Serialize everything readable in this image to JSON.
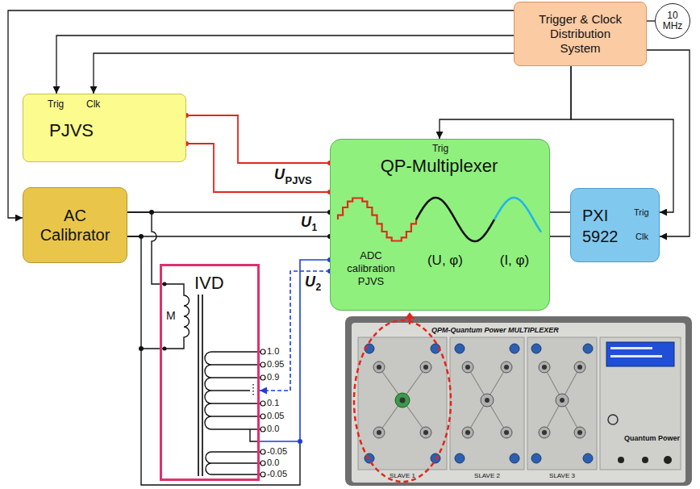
{
  "diagram": {
    "nodes": [
      {
        "text": [
          "10 MHz"
        ]
      },
      {
        "text": [
          "Trigger & Clock Distribution System"
        ]
      },
      {
        "text": [
          "Trig",
          "Clk",
          "PJVS"
        ]
      },
      {
        "text": [
          "Trig",
          "QP-Multiplexer",
          "ADC calibration PJVS",
          "(U, φ)",
          "(I, φ)"
        ]
      },
      {
        "text": [
          "AC Calibrator"
        ]
      },
      {
        "text": [
          "PXI 5922",
          "Trig",
          "Clk"
        ]
      },
      {
        "text": [
          "IVD"
        ]
      }
    ],
    "edges": [
      {
        "from": 0,
        "to": 1,
        "arrow": "none"
      },
      {
        "from": 1,
        "to": 2,
        "arrow": "to"
      },
      {
        "from": 1,
        "to": 2,
        "arrow": "to"
      },
      {
        "from": 1,
        "to": 4,
        "arrow": "to"
      },
      {
        "from": 1,
        "to": 3,
        "arrow": "to"
      },
      {
        "from": 1,
        "to": 5,
        "arrow": "to"
      },
      {
        "from": 1,
        "to": 5,
        "arrow": "to"
      },
      {
        "from": 2,
        "to": 3,
        "arrow": "none"
      },
      {
        "from": 2,
        "to": 3,
        "arrow": "none"
      },
      {
        "from": 4,
        "to": 3,
        "arrow": "none"
      },
      {
        "from": 4,
        "to": 3,
        "arrow": "none"
      },
      {
        "from": 4,
        "to": 6,
        "arrow": "none"
      },
      {
        "from": 4,
        "to": 6,
        "arrow": "none"
      },
      {
        "from": 3,
        "to": 6,
        "arrow": "to"
      },
      {
        "from": 6,
        "to": 3,
        "arrow": "none"
      },
      {
        "from": 3,
        "to": 5,
        "arrow": "none"
      },
      {
        "from": 3,
        "to": 5,
        "arrow": "none"
      }
    ],
    "labels": [
      "U",
      "PJVS",
      "U",
      "1",
      "U",
      "2",
      "M",
      "1.0",
      "0.95",
      "0.9",
      "0.1",
      "0.05",
      "0.0",
      "-0.05",
      "0.0",
      "-0.05",
      "QPM-Quantum Power MULTIPLEXER",
      "SLAVE 1",
      "SLAVE 2",
      "SLAVE 3",
      "Quantum Power"
    ]
  }
}
